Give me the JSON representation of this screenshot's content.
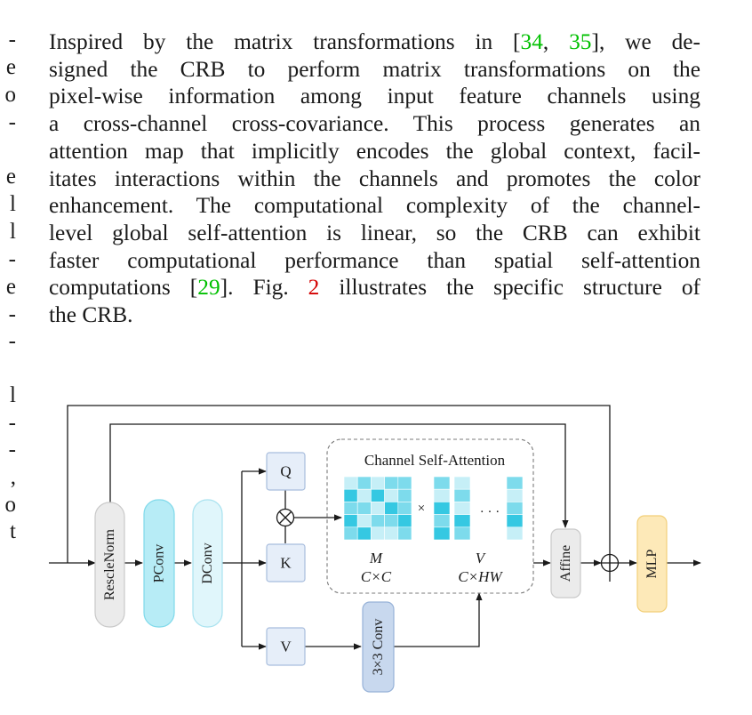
{
  "left_margin_fragments": [
    "-",
    "e",
    "o",
    "-",
    "e",
    "l",
    "l",
    "-",
    "e",
    "-",
    "-",
    "l",
    "-",
    "-",
    ",",
    "o",
    "t"
  ],
  "paragraph": {
    "lines": [
      {
        "parts": [
          {
            "t": "Inspired by the matrix transformations in ["
          },
          {
            "t": "34",
            "k": "cite"
          },
          {
            "t": ", "
          },
          {
            "t": "35",
            "k": "cite"
          },
          {
            "t": "], we de-"
          }
        ]
      },
      {
        "parts": [
          {
            "t": "signed the CRB to perform matrix transformations on the"
          }
        ]
      },
      {
        "parts": [
          {
            "t": "pixel-wise information among input feature channels using"
          }
        ]
      },
      {
        "parts": [
          {
            "t": "a cross-channel cross-covariance. This process generates an"
          }
        ]
      },
      {
        "parts": [
          {
            "t": "attention map that implicitly encodes the global context, facil-"
          }
        ]
      },
      {
        "parts": [
          {
            "t": "itates interactions within the channels and promotes the color"
          }
        ]
      },
      {
        "parts": [
          {
            "t": "enhancement. The computational complexity of the channel-"
          }
        ]
      },
      {
        "parts": [
          {
            "t": "level global self-attention is linear, so the CRB can exhibit"
          }
        ]
      },
      {
        "parts": [
          {
            "t": "faster computational performance than spatial self-attention"
          }
        ]
      },
      {
        "parts": [
          {
            "t": "computations ["
          },
          {
            "t": "29",
            "k": "cite"
          },
          {
            "t": "]. Fig. "
          },
          {
            "t": "2",
            "k": "ref"
          },
          {
            "t": " illustrates the specific structure of"
          }
        ]
      },
      {
        "parts": [
          {
            "t": "the CRB."
          }
        ]
      }
    ]
  },
  "figure": {
    "blocks": {
      "rescale_norm": "RescleNorm",
      "pconv": "PConv",
      "dconv": "DConv",
      "q": "Q",
      "k": "K",
      "v": "V",
      "conv3x3": "3×3 Conv",
      "affine": "Affine",
      "mlp": "MLP"
    },
    "attention": {
      "title": "Channel Self-Attention",
      "times": "×",
      "ellipsis": "· · ·",
      "m_label": "M",
      "m_dim": "C×C",
      "v_label": "V",
      "v_dim": "C×HW"
    },
    "colors": {
      "norm_fill": "#ebebeb",
      "norm_stroke": "#c9c9c9",
      "pconv_fill": "#b7ecf6",
      "pconv_stroke": "#7fd9ea",
      "dconv_fill": "#e0f6fb",
      "dconv_stroke": "#a8e2ef",
      "qkv_fill": "#e6eef9",
      "qkv_stroke": "#a8bddd",
      "conv_fill": "#c8d8ee",
      "conv_stroke": "#97b2d8",
      "mlp_fill": "#fde9b8",
      "mlp_stroke": "#f2cf79",
      "cell_dark": "#35c8e2",
      "cell_mid": "#7ddbec",
      "cell_light": "#c6eff7"
    }
  }
}
